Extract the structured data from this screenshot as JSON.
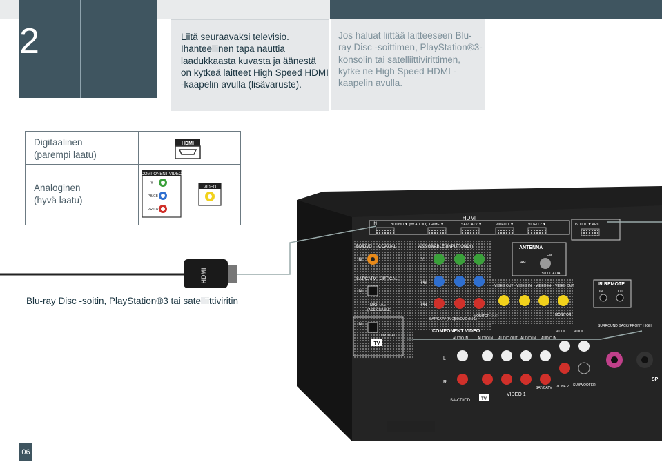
{
  "step": {
    "number": "2"
  },
  "instructions": {
    "tv": "Liitä seuraavaksi televisio. Ihanteellinen tapa nauttia laadukkaasta kuvasta ja äänestä on kytkeä laitteet High Speed HDMI -kaapelin avulla (lisävaruste).",
    "ps3": "Jos haluat liittää laitteeseen Blu-ray Disc -soittimen, PlayStation®3-konsolin tai satelliittivirittimen, kytke ne High Speed HDMI -kaapelin avulla."
  },
  "quality_table": {
    "digital": {
      "line1": "Digitaalinen",
      "line2": "(parempi laatu)",
      "connector": "HDMI"
    },
    "analog": {
      "line1": "Analoginen",
      "line2": "(hyvä laatu)",
      "component": {
        "title": "COMPONENT VIDEO",
        "y": "Y",
        "pb": "PB/CB",
        "pr": "PR/CR"
      },
      "video": {
        "title": "VIDEO"
      }
    }
  },
  "source_device": {
    "label": "Blu-ray Disc -soitin, PlayStation®3 tai satelliittiviritin",
    "plug_text": "HDMI"
  },
  "receiver_panel": {
    "hdmi_title": "HDMI",
    "hdmi_in": "IN",
    "hdmi_inputs": [
      "BD/DVD ▼ (for AUDIO)",
      "GAME ▼",
      "SAT/CATV ▼",
      "VIDEO 1 ▼",
      "VIDEO 2 ▼"
    ],
    "hdmi_out": "TV OUT ▼ ARC",
    "digital": {
      "bd_dvd": "BD/DVD",
      "coaxial": "COAXIAL",
      "in": "IN",
      "sat_catv": "SAT/CATV",
      "optical": "OPTICAL",
      "digital": "DIGITAL",
      "assignable": "(ASSIGNABLE)",
      "in2": "IN",
      "optical2": "OPTICAL",
      "tv": "TV"
    },
    "component": {
      "title": "ASSIGNABLE (INPUT ONLY)",
      "y": "Y",
      "pb": "PB",
      "pr": "PR",
      "sat": "SAT/CATV (IN 2)",
      "bd": "BD/DVD (IN 1)",
      "monitor_out": "MONITOR OUT",
      "label": "COMPONENT VIDEO"
    },
    "antenna": {
      "title": "ANTENNA",
      "am": "AM",
      "fm": "FM",
      "coaxial": "75Ω COAXIAL"
    },
    "video": {
      "out1": "VIDEO OUT",
      "in1": "VIDEO IN",
      "in2": "VIDEO IN",
      "out2": "VIDEO OUT",
      "monitor": "MONITOR"
    },
    "audio": {
      "audio_in": "AUDIO IN",
      "audio_in2": "AUDIO IN",
      "audio_out": "AUDIO OUT",
      "audio_in3": "AUDIO IN",
      "audio_in4": "AUDIO IN",
      "audio": "AUDIO",
      "audio2": "AUDIO"
    },
    "ir": {
      "title": "IR REMOTE",
      "in": "IN",
      "out": "OUT"
    },
    "surround": "SURROUND BACK/ FRONT HIGH",
    "labels": {
      "l": "L",
      "r": "R",
      "sa_cd": "SA-CD/CD",
      "tv": "TV",
      "video1": "VIDEO 1",
      "sat_catv": "SAT/CATV",
      "zone2": "ZONE 2",
      "subwoofer": "SUBWOOFER",
      "sp": "SP"
    }
  },
  "page": {
    "number": "06"
  }
}
